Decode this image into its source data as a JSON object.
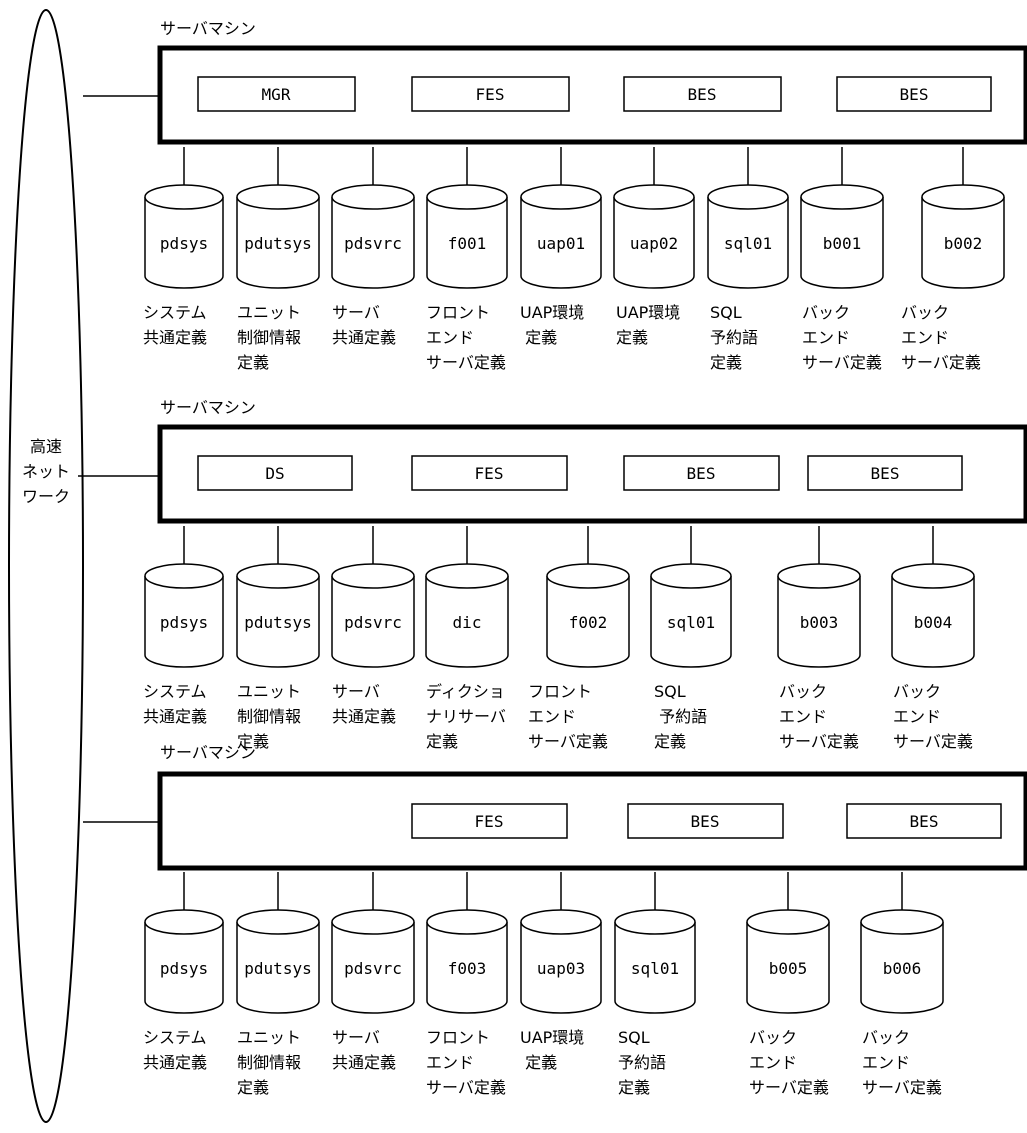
{
  "network": {
    "label_lines": [
      "高速",
      "ネット",
      "ワーク"
    ]
  },
  "servers": [
    {
      "title": "サーバマシン",
      "units": [
        "MGR",
        "FES",
        "BES",
        "BES"
      ],
      "disks": [
        {
          "name": "pdsys",
          "caption": [
            "システム",
            "共通定義"
          ]
        },
        {
          "name": "pdutsys",
          "caption": [
            "ユニット",
            "制御情報",
            "定義"
          ]
        },
        {
          "name": "pdsvrc",
          "caption": [
            "サーバ",
            "共通定義"
          ]
        },
        {
          "name": "f001",
          "caption": [
            "フロント",
            "エンド",
            "サーバ定義"
          ]
        },
        {
          "name": "uap01",
          "caption": [
            "UAP環境",
            " 定義"
          ]
        },
        {
          "name": "uap02",
          "caption": [
            "UAP環境",
            "定義"
          ]
        },
        {
          "name": "sql01",
          "caption": [
            "SQL",
            "予約語",
            "定義"
          ]
        },
        {
          "name": "b001",
          "caption": [
            "バック",
            "エンド",
            "サーバ定義"
          ]
        },
        {
          "name": "b002",
          "caption": [
            "バック",
            "エンド",
            "サーバ定義"
          ]
        }
      ]
    },
    {
      "title": "サーバマシン",
      "units": [
        "DS",
        "FES",
        "BES",
        "BES"
      ],
      "disks": [
        {
          "name": "pdsys",
          "caption": [
            "システム",
            "共通定義"
          ]
        },
        {
          "name": "pdutsys",
          "caption": [
            "ユニット",
            "制御情報",
            "定義"
          ]
        },
        {
          "name": "pdsvrc",
          "caption": [
            "サーバ",
            "共通定義"
          ]
        },
        {
          "name": "dic",
          "caption": [
            "ディクショ",
            "ナリサーバ",
            "定義"
          ]
        },
        {
          "name": "f002",
          "caption": [
            "フロント",
            "エンド",
            "サーバ定義"
          ]
        },
        {
          "name": "sql01",
          "caption": [
            "SQL",
            " 予約語",
            "定義"
          ]
        },
        {
          "name": "b003",
          "caption": [
            "バック",
            "エンド",
            "サーバ定義"
          ]
        },
        {
          "name": "b004",
          "caption": [
            "バック",
            "エンド",
            "サーバ定義"
          ]
        }
      ]
    },
    {
      "title": "サーバマシン",
      "units": [
        "FES",
        "BES",
        "BES"
      ],
      "disks": [
        {
          "name": "pdsys",
          "caption": [
            "システム",
            "共通定義"
          ]
        },
        {
          "name": "pdutsys",
          "caption": [
            "ユニット",
            "制御情報",
            "定義"
          ]
        },
        {
          "name": "pdsvrc",
          "caption": [
            "サーバ",
            "共通定義"
          ]
        },
        {
          "name": "f003",
          "caption": [
            "フロント",
            "エンド",
            "サーバ定義"
          ]
        },
        {
          "name": "uap03",
          "caption": [
            "UAP環境",
            " 定義"
          ]
        },
        {
          "name": "sql01",
          "caption": [
            "SQL",
            "予約語",
            "定義"
          ]
        },
        {
          "name": "b005",
          "caption": [
            "バック",
            "エンド",
            "サーバ定義"
          ]
        },
        {
          "name": "b006",
          "caption": [
            "バック",
            "エンド",
            "サーバ定義"
          ]
        }
      ]
    }
  ]
}
